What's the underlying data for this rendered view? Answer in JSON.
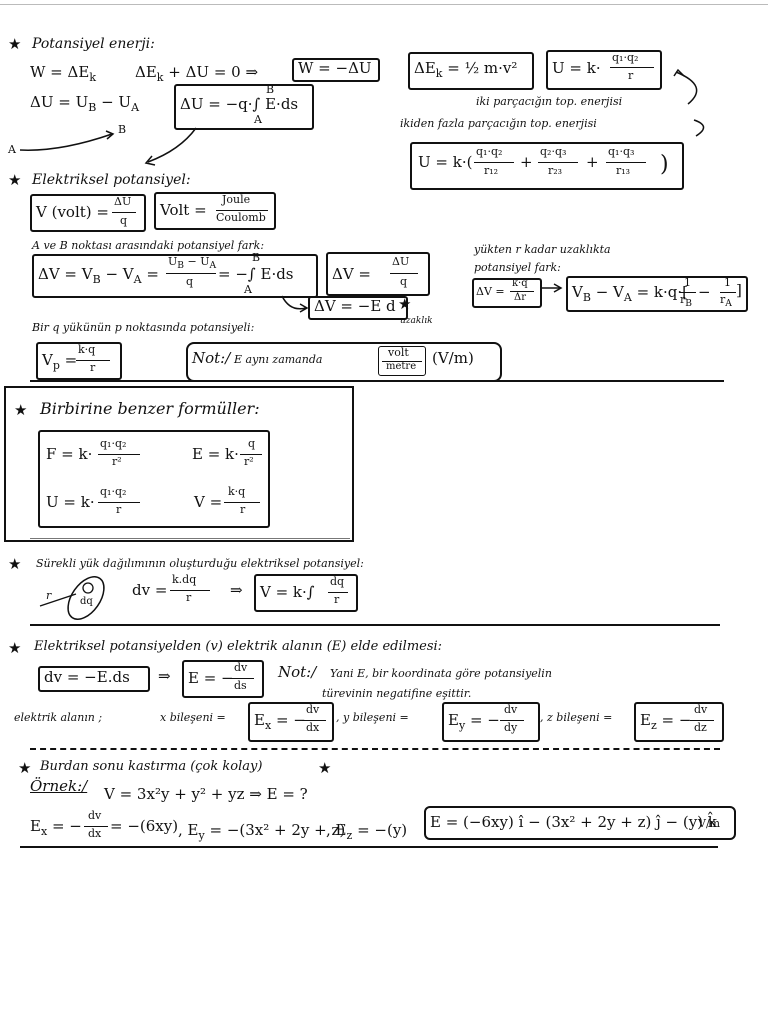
{
  "top_rule": "",
  "sec1": {
    "title": "Potansiyel enerji:",
    "w_eq": "W = ΔE",
    "w_eq_sub": "k",
    "dek_du": "ΔE",
    "dek_du_sub": "k",
    "dek_du_rest": " + ΔU = 0  ⇒",
    "w_box": "W = −ΔU",
    "du_eq": "ΔU = U",
    "du_eq_b": "B",
    "du_eq_mid": " − U",
    "du_eq_a": "A",
    "du_box": "ΔU = −q·∫ E·ds",
    "du_box_upper": "B",
    "du_box_lower": "A",
    "point_a": "A",
    "point_b": "B",
    "dek_box": "ΔE",
    "dek_box_sub": "k",
    "dek_box_rest": " = ½ m·v²",
    "u_box": "U = k·",
    "u_box_num": "q₁·q₂",
    "u_box_den": "r",
    "note1": "iki parçacığın top. enerjisi",
    "note2": "ikiden fazla parçacığın top. enerjisi",
    "multi_u": "U = k·(",
    "multi_t1n": "q₁·q₂",
    "multi_t1d": "r₁₂",
    "multi_t2n": "q₂·q₃",
    "multi_t2d": "r₂₃",
    "multi_t3n": "q₁·q₃",
    "multi_t3d": "r₁₃",
    "multi_close": ")"
  },
  "sec2": {
    "title": "Elektriksel potansiyel:",
    "v_box": "V (volt) =",
    "v_box_num": "ΔU",
    "v_box_den": "q",
    "volt_box": "Volt =",
    "volt_num": "Joule",
    "volt_den": "Coulomb",
    "ab_title": "A ve B noktası arasındaki potansiyel fark:",
    "dv_box": "ΔV = V",
    "dv_b": "B",
    "dv_mid": " − V",
    "dv_a": "A",
    "dv_eq2": " = ",
    "dv_num": "U",
    "dv_num_b": "B",
    "dv_num_mid": " − U",
    "dv_num_a": "A",
    "dv_den": "q",
    "dv_int": " = −∫ E·ds",
    "dv_int_upper": "B",
    "dv_int_lower": "A",
    "dv2_box": "ΔV =",
    "dv2_num": "ΔU",
    "dv2_den": "q",
    "ed_box": "ΔV = −E d",
    "ed_note": "uzaklık",
    "yk_note1": "yükten r kadar uzaklıkta",
    "yk_note2": "potansiyel fark:",
    "yk_box": "ΔV =",
    "yk_num": "k·q",
    "yk_den": "Δr",
    "vb_box": "V",
    "vb_b": "B",
    "vb_mid": " − V",
    "vb_a": "A",
    "vb_rest": " = k·q·[",
    "vb_t1n": "1",
    "vb_t1d": "r",
    "vb_t1d_sub": "B",
    "vb_minus": " − ",
    "vb_t2n": "1",
    "vb_t2d": "r",
    "vb_t2d_sub": "A",
    "vb_close": "]",
    "pt_title": "Bir q yükünün p noktasında potansiyeli:",
    "vp_box": "V",
    "vp_sub": "p",
    "vp_eq": " =",
    "vp_num": "k·q",
    "vp_den": "r",
    "not_label": "Not:/",
    "not_text": " E aynı zamanda",
    "not_num": "volt",
    "not_den": "metre",
    "not_unit": "(V/m)"
  },
  "sec3": {
    "title": "Birbirine benzer formüller:",
    "f_lhs": "F = k·",
    "f_num": "q₁·q₂",
    "f_den": "r²",
    "e_lhs": "E = k·",
    "e_num": "q",
    "e_den": "r²",
    "u_lhs": "U = k·",
    "u_num": "q₁·q₂",
    "u_den": "r",
    "v_lhs": "V = ",
    "v_num": "k·q",
    "v_den": "r"
  },
  "sec4": {
    "title": "Sürekli yük dağılımının oluşturduğu elektriksel potansiyel:",
    "dq_label": "dq",
    "r_label": "r",
    "dv_lhs": "dv =",
    "dv_num": "k.dq",
    "dv_den": "r",
    "arrow": "⇒",
    "v_box": "V = k·∫",
    "v_num": "dq",
    "v_den": "r"
  },
  "sec5": {
    "title": "Elektriksel potansiyelden (v) elektrik alanın (E) elde edilmesi:",
    "dv_box": "dv = −E.ds",
    "arrow": "⇒",
    "e_box": "E = −",
    "e_num": "dv",
    "e_den": "ds",
    "not_label": "Not:/",
    "not_text1": "Yani E, bir koordinata göre potansiyelin",
    "not_text2": "türevinin negatifine eşittir.",
    "comp_label": "elektrik alanın ;",
    "x_label": "x bileşeni =",
    "ex_box": "E",
    "ex_sub": "x",
    "ex_eq": " = −",
    "ex_num": "dv",
    "ex_den": "dx",
    "y_label": ", y bileşeni =",
    "ey_box": "E",
    "ey_sub": "y",
    "ey_eq": " = −",
    "ey_num": "dv",
    "ey_den": "dy",
    "z_label": ", z bileşeni =",
    "ez_box": "E",
    "ez_sub": "z",
    "ez_eq": " = −",
    "ez_num": "dv",
    "ez_den": "dz"
  },
  "sec6": {
    "title": "Burdan sonu kastırma (çok kolay)",
    "ornek": "Örnek:/",
    "given": "V = 3x²y + y² + yz  ⇒  E = ?",
    "ex_lhs": "E",
    "ex_sub": "x",
    "ex_eq": " = −",
    "ex_num": "dv",
    "ex_den": "dx",
    "ex_val": " = −(6xy)",
    "ey_val": ", E",
    "ey_sub": "y",
    "ey_rest": " = −(3x² + 2y + z)",
    "ez_val": ", E",
    "ez_sub": "z",
    "ez_rest": " = −(y)",
    "result": "E = (−6xy) î − (3x² + 2y + z) ĵ − (y) k̂",
    "unit": "V/m"
  }
}
